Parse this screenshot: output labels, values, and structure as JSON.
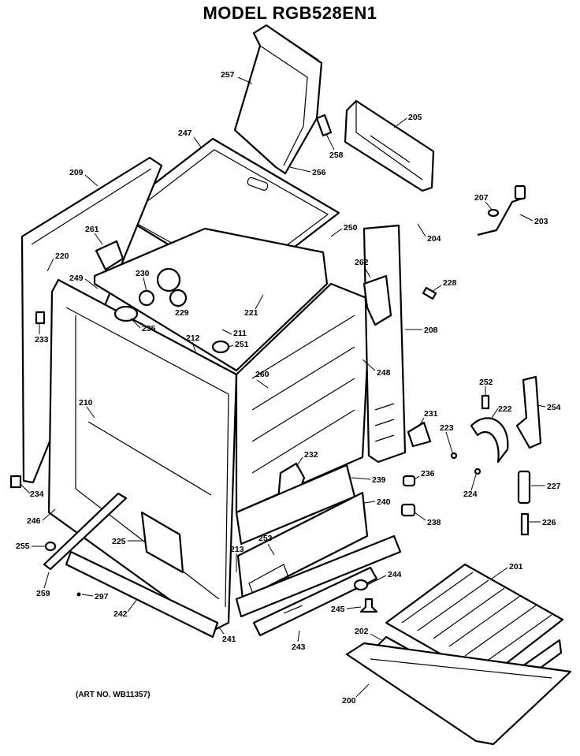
{
  "title": "MODEL RGB528EN1",
  "art_number": "(ART NO. WB11357)",
  "callouts": [
    "257",
    "205",
    "247",
    "256",
    "258",
    "209",
    "207",
    "203",
    "204",
    "261",
    "250",
    "220",
    "262",
    "249",
    "230",
    "229",
    "228",
    "221",
    "233",
    "235",
    "211",
    "212",
    "251",
    "208",
    "248",
    "260",
    "252",
    "222",
    "254",
    "210",
    "231",
    "223",
    "232",
    "239",
    "236",
    "224",
    "227",
    "234",
    "240",
    "246",
    "238",
    "226",
    "225",
    "253",
    "255",
    "213",
    "201",
    "244",
    "259",
    "297",
    "245",
    "242",
    "241",
    "243",
    "202",
    "200"
  ]
}
